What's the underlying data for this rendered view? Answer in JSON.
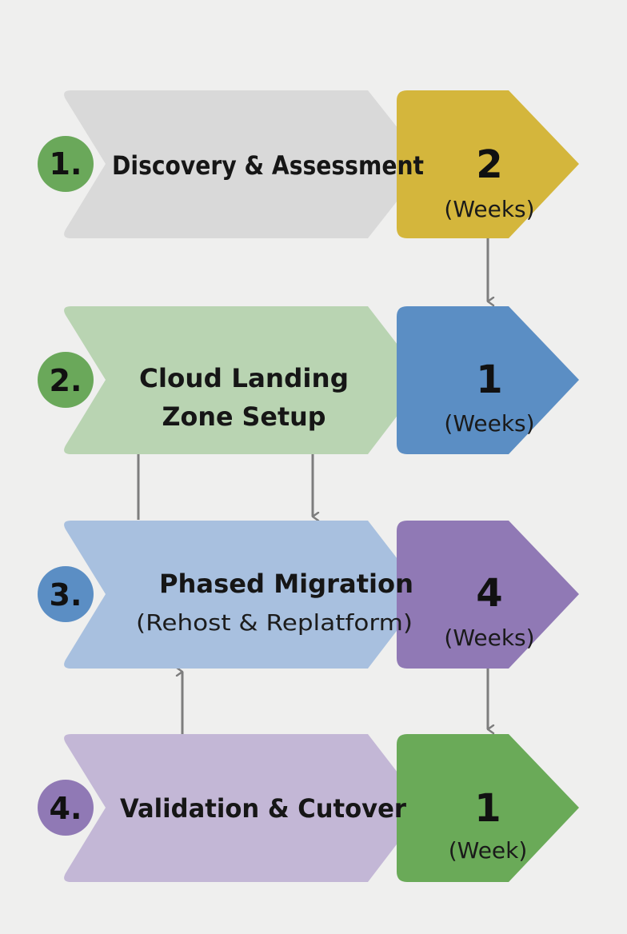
{
  "steps": [
    {
      "number": "1.",
      "title_lines": [
        "Discovery & Assessment"
      ],
      "subtitle": "",
      "duration_value": "2",
      "duration_unit": "(Weeks)",
      "colors": {
        "badge": "#6aa85a",
        "chevron": "#d9d9d9",
        "duration": "#d4b63c"
      }
    },
    {
      "number": "2.",
      "title_lines": [
        "Cloud Landing",
        "Zone Setup"
      ],
      "subtitle": "",
      "duration_value": "1",
      "duration_unit": "(Weeks)",
      "colors": {
        "badge": "#6aa85a",
        "chevron": "#b9d4b2",
        "duration": "#5b8ec4"
      }
    },
    {
      "number": "3.",
      "title_lines": [
        "Phased Migration"
      ],
      "subtitle": "(Rehost & Replatform)",
      "duration_value": "4",
      "duration_unit": "(Weeks)",
      "colors": {
        "badge": "#5b8ec4",
        "chevron": "#a8c0df",
        "duration": "#9079b5"
      }
    },
    {
      "number": "4.",
      "title_lines": [
        "Validation & Cutover"
      ],
      "subtitle": "",
      "duration_value": "1",
      "duration_unit": "(Week)",
      "colors": {
        "badge": "#9079b5",
        "chevron": "#c3b7d6",
        "duration": "#6aaa58"
      }
    }
  ]
}
